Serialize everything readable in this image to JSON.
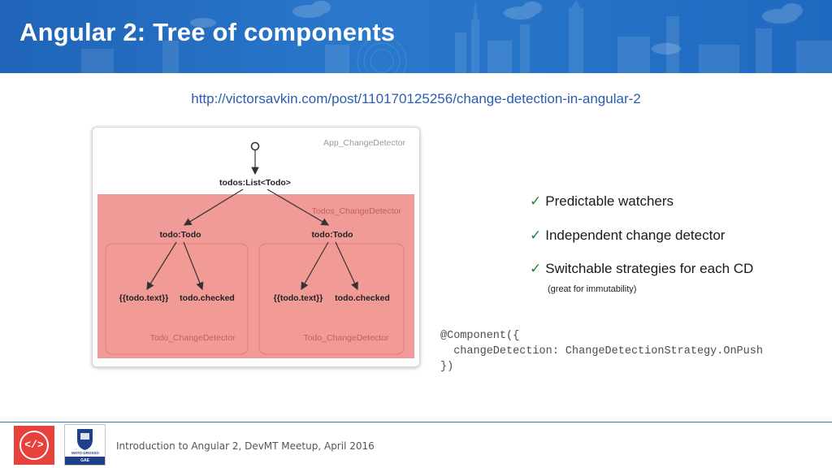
{
  "slide": {
    "title": "Angular 2: Tree of components",
    "url": "http://victorsavkin.com/post/110170125256/change-detection-in-angular-2"
  },
  "diagram": {
    "root_label": "App_ChangeDetector",
    "list_node": "todos:List<Todo>",
    "list_detector": "Todos_ChangeDetector",
    "todo_node_left": "todo:Todo",
    "todo_node_right": "todo:Todo",
    "left_leaf_text": "{{todo.text}}",
    "left_leaf_checked": "todo.checked",
    "right_leaf_text": "{{todo.text}}",
    "right_leaf_checked": "todo.checked",
    "left_detector": "Todo_ChangeDetector",
    "right_detector": "Todo_ChangeDetector"
  },
  "features": [
    {
      "check": "✓",
      "text": "Predictable watchers"
    },
    {
      "check": "✓",
      "text": "Independent change detector"
    },
    {
      "check": "✓",
      "text": "Switchable strategies for each CD"
    }
  ],
  "feature_note": "(great for immutability)",
  "code_sample": "@Component({\n  changeDetection: ChangeDetectionStrategy.OnPush\n})",
  "footer": {
    "logo_left_glyph": "</>",
    "logo_right_caption": "MATO GROSSO",
    "logo_right_bar": "GAE",
    "text": "Introduction to Angular 2, DevMT Meetup, April 2016"
  },
  "colors": {
    "header_blue": "#2a78cc",
    "diagram_red": "#ee8a86",
    "check_green": "#1b8a3a",
    "link_blue": "#2a5db0"
  }
}
